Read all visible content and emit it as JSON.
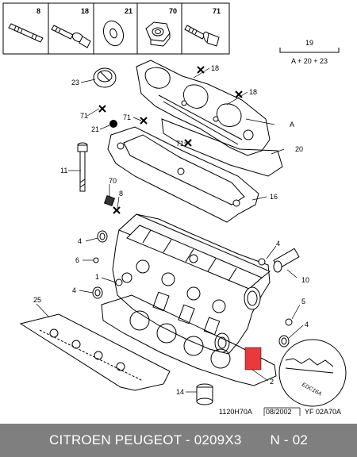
{
  "header_parts": [
    {
      "num": "8",
      "icon": "long-stud-icon"
    },
    {
      "num": "18",
      "icon": "bolt-with-sleeve-icon"
    },
    {
      "num": "21",
      "icon": "washer-icon"
    },
    {
      "num": "70",
      "icon": "hex-nut-icon"
    },
    {
      "num": "71",
      "icon": "flange-bolt-icon"
    }
  ],
  "formula": {
    "number": "19",
    "text": "A + 20 + 23"
  },
  "callouts": {
    "c23": "23",
    "c18a": "18",
    "c18b": "18",
    "c71a": "71",
    "c21": "21",
    "c71b": "71",
    "c71c": "71",
    "cA": "A",
    "c20": "20",
    "c11": "11",
    "c70": "70",
    "c8": "8",
    "c16": "16",
    "c4a": "4",
    "c6": "6",
    "c1": "1",
    "c4b": "4",
    "c25": "25",
    "c4c": "4",
    "c10": "10",
    "c5": "5",
    "c4d": "4",
    "c2": "2",
    "c14": "14"
  },
  "detail_label": "EDC16A",
  "ref_codes": {
    "left": "1120H70A",
    "date": "08/2002",
    "right": "YF 02A70A"
  },
  "footer": {
    "brand": "CITROEN PEUGEOT - 0209X3",
    "page": "N - 02"
  },
  "colors": {
    "footer_bg": "#7f7f7f",
    "highlight": "#e83a3a"
  }
}
